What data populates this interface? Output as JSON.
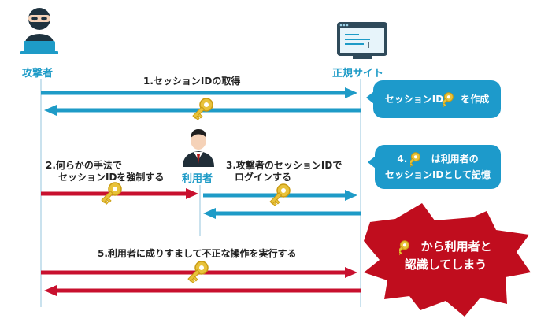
{
  "actors": {
    "attacker": "攻撃者",
    "site": "正規サイト",
    "user": "利用者"
  },
  "steps": {
    "s1": "1.セッションIDの取得",
    "s2_line1": "2.何らかの手法で",
    "s2_line2": "セッションIDを強制する",
    "s3_line1": "3.攻撃者のセッションIDで",
    "s3_line2": "ログインする",
    "s5": "5.利用者に成りすまして不正な操作を実行する"
  },
  "notes": {
    "create_pre": "セッションID",
    "create_post": "を作成",
    "step4_pre": "4.",
    "step4_post": "は利用者の",
    "step4_line2": "セッションIDとして記憶",
    "burst_line1_post": "から利用者と",
    "burst_line2": "認識してしまう"
  },
  "colors": {
    "blue": "#1e9bc7",
    "red": "#c8102e",
    "key": "#e0b92a",
    "burst": "#c00d1e",
    "lifeline": "#b8d8e8"
  },
  "icons": [
    "attacker-icon",
    "site-browser-icon",
    "user-icon",
    "key-icon"
  ]
}
